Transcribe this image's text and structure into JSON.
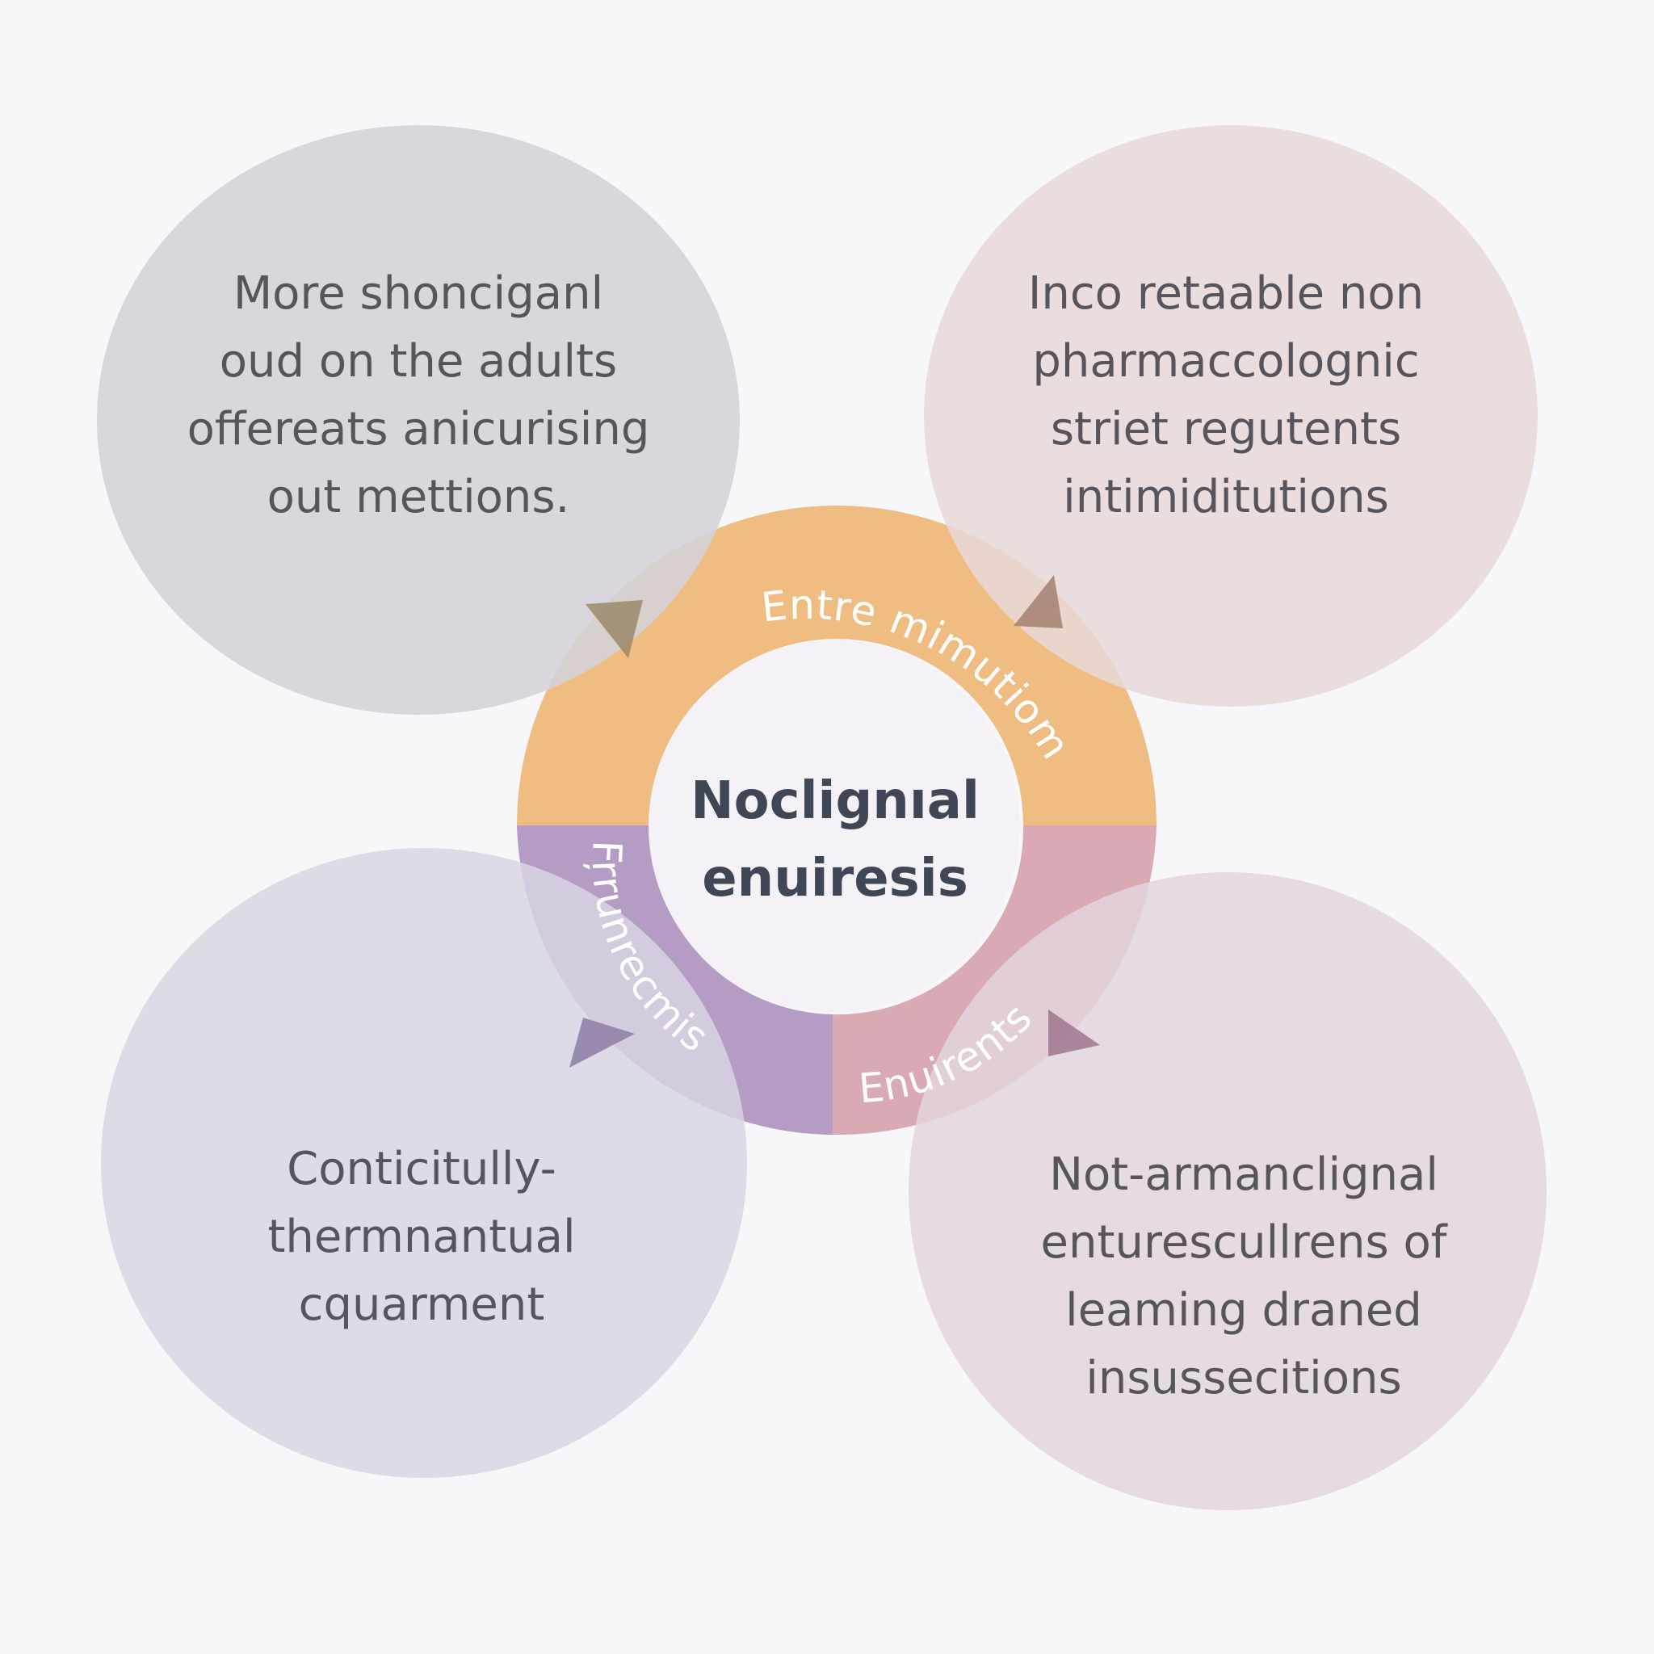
{
  "center": {
    "title_lines": [
      "Noclignıal",
      "enuiresis"
    ]
  },
  "ring": {
    "segments": {
      "top": {
        "label": "Entre mimutiom",
        "color": "#efbd82"
      },
      "bottom_left": {
        "label": "Fŗrunrecmis",
        "color": "#b49cc4"
      },
      "bottom_right": {
        "label": "Enuirents",
        "color": "#d9aab4"
      }
    }
  },
  "bubbles": {
    "top_left": {
      "lines": [
        "More shonciganl",
        "oud on the adults",
        "offereats anicurising",
        "out mettions."
      ],
      "color": "#d5d3d8"
    },
    "top_right": {
      "lines": [
        "Inco retaable non",
        "pharmaccolognic",
        "striet regutents",
        "intimiditutions"
      ],
      "color": "#e8d8d8"
    },
    "bottom_left": {
      "lines": [
        "Conticitully-",
        "thermnantual",
        "cquarment"
      ],
      "color": "#d9d5e2"
    },
    "bottom_right": {
      "lines": [
        "Not-armanclignal",
        "enturescullrens of",
        "leaming draned",
        "insussecitions"
      ],
      "color": "#e2d5de"
    }
  },
  "arrow_color": "#9a8a6a"
}
